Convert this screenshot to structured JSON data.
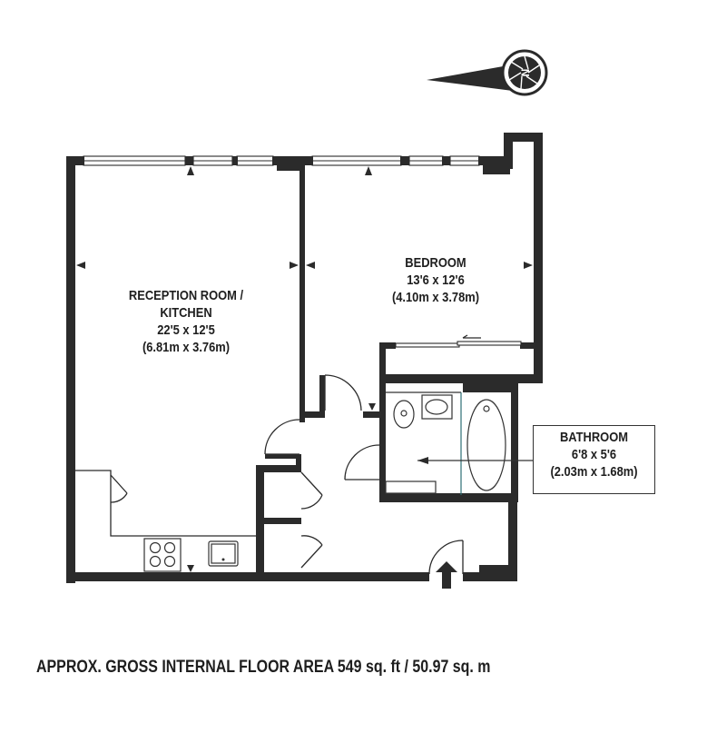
{
  "floorplan": {
    "rooms": [
      {
        "name": "RECEPTION ROOM /",
        "name_line2": "KITCHEN",
        "imperial": "22'5 x 12'5",
        "metric": "(6.81m x 3.76m)"
      },
      {
        "name": "BEDROOM",
        "imperial": "13'6 x 12'6",
        "metric": "(4.10m x 3.78m)"
      },
      {
        "name": "BATHROOM",
        "imperial": "6'8 x 5'6",
        "metric": "(2.03m x 1.68m)"
      }
    ],
    "compass": {
      "icon": "north-arrow-compass-icon",
      "direction": "N",
      "pointing": "west"
    },
    "entrance": {
      "icon": "entrance-arrow-icon"
    },
    "footer": "APPROX. GROSS INTERNAL FLOOR AREA 549 sq. ft / 50.97 sq. m",
    "colors": {
      "wall": "#2b2b2b",
      "background": "#ffffff",
      "text": "#1e1e1e"
    }
  }
}
